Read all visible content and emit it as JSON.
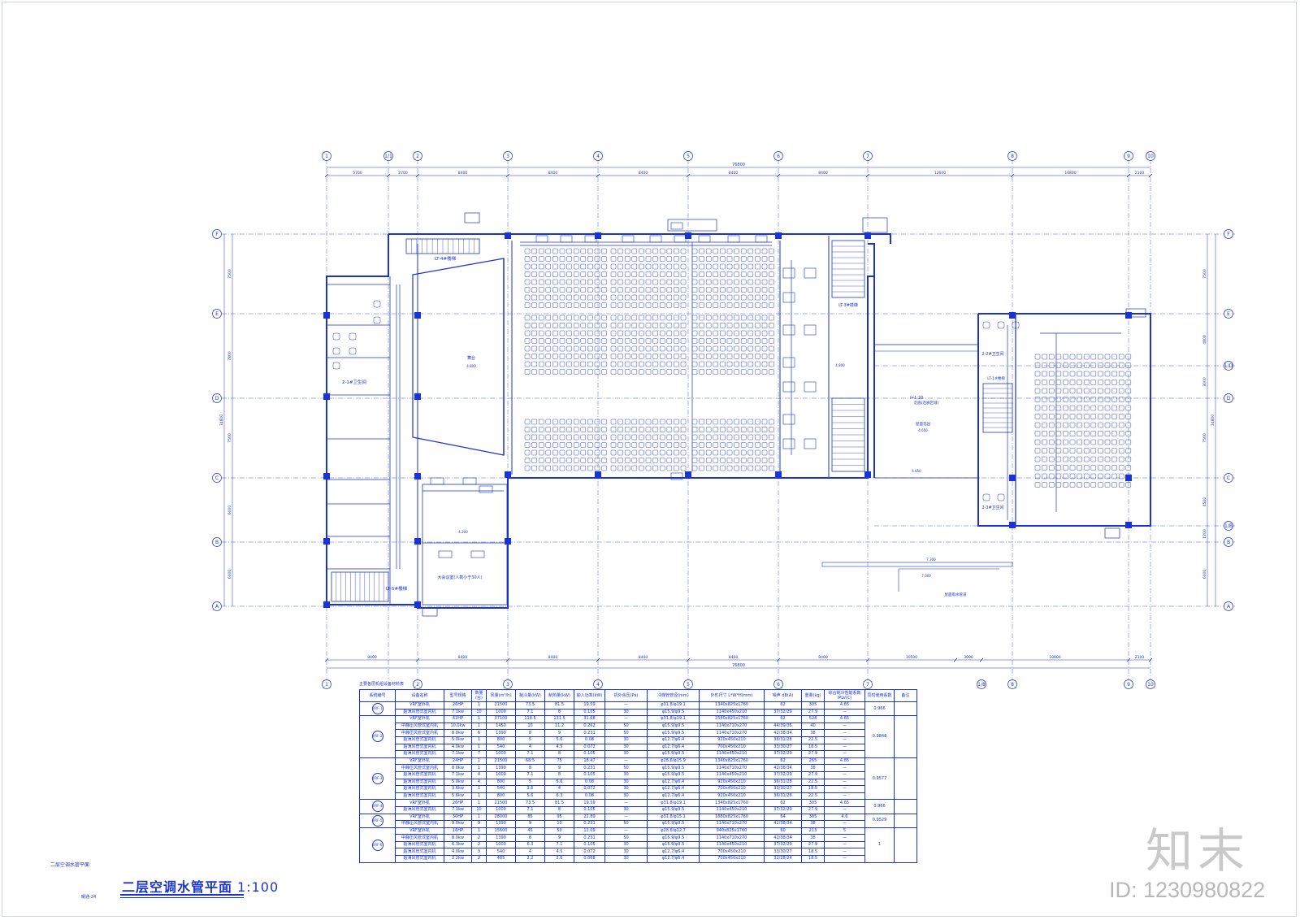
{
  "drawing": {
    "title": "二层空调水管平面",
    "scale": "1:100",
    "small_label": "二层空调水管平面",
    "sheet_code": "暖通-24"
  },
  "brand": {
    "name": "知末",
    "id": "ID: 1230980822"
  },
  "grid": {
    "top_axis_labels": [
      "1",
      "1/1",
      "2",
      "3",
      "4",
      "5",
      "6",
      "7",
      "8",
      "9",
      "10"
    ],
    "bottom_axis_labels": [
      "1",
      "2",
      "3",
      "4",
      "5",
      "6",
      "7",
      "1/8",
      "8",
      "9",
      "10"
    ],
    "left_axis_labels": [
      "F",
      "E",
      "D",
      "C",
      "B",
      "A"
    ],
    "right_axis_labels": [
      "F",
      "E",
      "1/D",
      "D",
      "C",
      "1/B",
      "B",
      "A"
    ],
    "top_total_dim": "76800",
    "top_dims": [
      "5700",
      "2700",
      "8400",
      "8400",
      "8400",
      "8400",
      "8400",
      "12600",
      "10800",
      "2100"
    ],
    "bottom_total_dim": "76800",
    "bottom_dims": [
      "8400",
      "8400",
      "8400",
      "8400",
      "8400",
      "8400",
      "10500",
      "3000",
      "10800",
      "2100"
    ],
    "left_total_dim": "34800",
    "left_dims": [
      "7500",
      "7800",
      "7500",
      "6000",
      "6000"
    ],
    "right_total_dim": "34800",
    "right_dims": [
      "7500",
      "4800",
      "3000",
      "7500",
      "4500",
      "1200",
      "6000"
    ]
  },
  "plan_labels": {
    "stair_lt4": "LT-4#楼梯",
    "stair_lt3": "LT-3#楼梯",
    "stair_lt5": "LT-5#楼梯",
    "stair_lt1": "LT-1#楼梯",
    "toilet_21": "2-1#卫生间",
    "toilet_22": "2-2#卫生间",
    "toilet_23": "2-3#卫生间",
    "stage": "舞台",
    "stage_elev": "4.800",
    "elev_4200": "4.200",
    "dressing": "大会议室(人数小于30人)",
    "ramp": "i=1:20",
    "lobby": "屋面花园",
    "lobby_elev": "4.650",
    "elev_4800": "4.800",
    "elev_4650": "4.650",
    "elev_7300": "7.300",
    "elev_7000": "7.000",
    "roof_drain": "屋面雨水管道",
    "corridor": "走廊(连廊区域)"
  },
  "equipment_table": {
    "title": "主要各层机组设备材料表",
    "headers": [
      "系统编号",
      "设备名称",
      "型号规格",
      "数量(台)",
      "风量(m³/h)",
      "制冷量(kW)",
      "制热量(kW)",
      "输入功率(kW)",
      "机外余压(Pa)",
      "冷媒管管径(mm)",
      "外形尺寸 L*W*H(mm)",
      "噪声 dB(A)",
      "重量(kg)",
      "综合制冷性能系数IPLV(C)",
      "同时使用系数",
      "备注"
    ],
    "groups": [
      {
        "icon": "VRF-1",
        "diversity": "0.966",
        "rows": [
          [
            "VRF室外机",
            "26HP",
            "1",
            "21500",
            "73.5",
            "81.5",
            "19.59",
            "—",
            "φ31.8/φ19.1",
            "1340x825x1760",
            "62",
            "305",
            "4.65"
          ],
          [
            "超薄风管式室内机",
            "7.1kw",
            "10",
            "1000",
            "7.1",
            "8",
            "0.105",
            "30",
            "φ15.9/φ9.5",
            "1140x450x210",
            "37/32/29",
            "27.9",
            "—"
          ]
        ]
      },
      {
        "icon": "VRF-2",
        "diversity": "0.9848",
        "rows": [
          [
            "VRF室外机",
            "42HP",
            "1",
            "37100",
            "118.5",
            "131.5",
            "31.68",
            "—",
            "φ31.8/φ19.1",
            "2580x825x1760",
            "62",
            "528",
            "4.65"
          ],
          [
            "中静压风管式室内机",
            "10.0kw",
            "1",
            "1450",
            "10",
            "11.2",
            "0.262",
            "50",
            "φ15.9/φ9.5",
            "1140x710x270",
            "44/39/35",
            "40",
            "—"
          ],
          [
            "中静压风管式室内机",
            "8.0kw",
            "6",
            "1390",
            "8",
            "9",
            "0.231",
            "50",
            "φ15.9/φ9.5",
            "1140x710x270",
            "42/38/34",
            "38",
            "—"
          ],
          [
            "超薄风管式室内机",
            "5.0kw",
            "1",
            "800",
            "5",
            "5.6",
            "0.08",
            "30",
            "φ12.7/φ6.4",
            "920x450x210",
            "36/31/28",
            "22.5",
            "—"
          ],
          [
            "超薄风管式室内机",
            "4.0kw",
            "1",
            "540",
            "4",
            "4.5",
            "0.072",
            "30",
            "φ12.7/φ6.4",
            "700x450x210",
            "33/30/27",
            "18.5",
            "—"
          ],
          [
            "超薄风管式室内机",
            "7.1kw",
            "7",
            "1000",
            "7.1",
            "8",
            "0.105",
            "30",
            "φ15.9/φ9.5",
            "1140x450x210",
            "37/32/29",
            "27.9",
            "—"
          ]
        ]
      },
      {
        "icon": "VRF-3",
        "diversity": "0.9577",
        "rows": [
          [
            "VRF室外机",
            "24HP",
            "1",
            "21500",
            "68.5",
            "75",
            "18.47",
            "—",
            "φ28.6/φ15.9",
            "1340x825x1760",
            "62",
            "265",
            "4.85"
          ],
          [
            "中静压风管式室内机",
            "8.0kw",
            "1",
            "1390",
            "8",
            "9",
            "0.231",
            "50",
            "φ15.9/φ9.5",
            "1140x710x270",
            "42/38/34",
            "38",
            "—"
          ],
          [
            "超薄风管式室内机",
            "7.1kw",
            "4",
            "1000",
            "7.1",
            "8",
            "0.105",
            "30",
            "φ15.9/φ9.5",
            "1140x450x210",
            "37/32/29",
            "27.9",
            "—"
          ],
          [
            "超薄风管式室内机",
            "5.0kw",
            "4",
            "800",
            "5",
            "5.6",
            "0.08",
            "30",
            "φ12.7/φ6.4",
            "920x450x210",
            "36/31/28",
            "22.5",
            "—"
          ],
          [
            "超薄风管式室内机",
            "3.6kw",
            "1",
            "540",
            "3.6",
            "4",
            "0.072",
            "30",
            "φ12.7/φ6.4",
            "700x450x210",
            "33/30/27",
            "18.5",
            "—"
          ],
          [
            "超薄风管式室内机",
            "5.6kw",
            "1",
            "800",
            "5.6",
            "6.3",
            "0.08",
            "30",
            "φ12.7/φ6.4",
            "920x450x210",
            "36/31/28",
            "22.5",
            "—"
          ]
        ]
      },
      {
        "icon": "VRF-4",
        "diversity": "0.966",
        "rows": [
          [
            "VRF室外机",
            "26HP",
            "1",
            "21500",
            "73.5",
            "81.5",
            "19.59",
            "—",
            "φ31.8/φ19.1",
            "1340x825x1760",
            "62",
            "305",
            "4.65"
          ],
          [
            "超薄风管式室内机",
            "7.1kw",
            "10",
            "1000",
            "7.1",
            "8",
            "0.105",
            "30",
            "φ15.9/φ9.5",
            "1140x450x210",
            "37/32/29",
            "27.9",
            "—"
          ]
        ]
      },
      {
        "icon": "VRF-5",
        "diversity": "0.9529",
        "rows": [
          [
            "VRF室外机",
            "30HP",
            "1",
            "28000",
            "85",
            "95",
            "22.89",
            "—",
            "φ31.8/φ15.1",
            "1880x825x1760",
            "64",
            "385",
            "4.6"
          ],
          [
            "中静压风管式室内机",
            "9.0kw",
            "9",
            "1390",
            "9",
            "10",
            "0.231",
            "50",
            "φ15.9/φ9.5",
            "1140x710x270",
            "42/38/34",
            "38",
            "—"
          ]
        ]
      },
      {
        "icon": "VRF-6",
        "diversity": "1",
        "rows": [
          [
            "VRF室外机",
            "16HP",
            "1",
            "15600",
            "45",
            "50",
            "12.09",
            "—",
            "φ28.6/φ12.7",
            "940x825x1760",
            "60",
            "213",
            "5"
          ],
          [
            "中静压风管式室内机",
            "8.0kw",
            "2",
            "1390",
            "8",
            "9",
            "0.231",
            "50",
            "φ15.9/φ9.5",
            "1140x710x270",
            "42/38/34",
            "38",
            "—"
          ],
          [
            "超薄风管式室内机",
            "6.3kw",
            "2",
            "1000",
            "6.3",
            "7.1",
            "0.105",
            "30",
            "φ15.9/φ9.5",
            "1140x450x210",
            "37/32/29",
            "27.9",
            "—"
          ],
          [
            "超薄风管式室内机",
            "4.0kw",
            "3",
            "540",
            "4",
            "4.5",
            "0.072",
            "30",
            "φ12.7/φ6.4",
            "700x450x210",
            "33/30/27",
            "18.5",
            "—"
          ],
          [
            "超薄风管式室内机",
            "2.2kw",
            "2",
            "485",
            "2.2",
            "2.6",
            "0.068",
            "30",
            "φ12.7/φ6.4",
            "700x450x210",
            "32/28/24",
            "18.5",
            "—"
          ]
        ]
      }
    ]
  }
}
